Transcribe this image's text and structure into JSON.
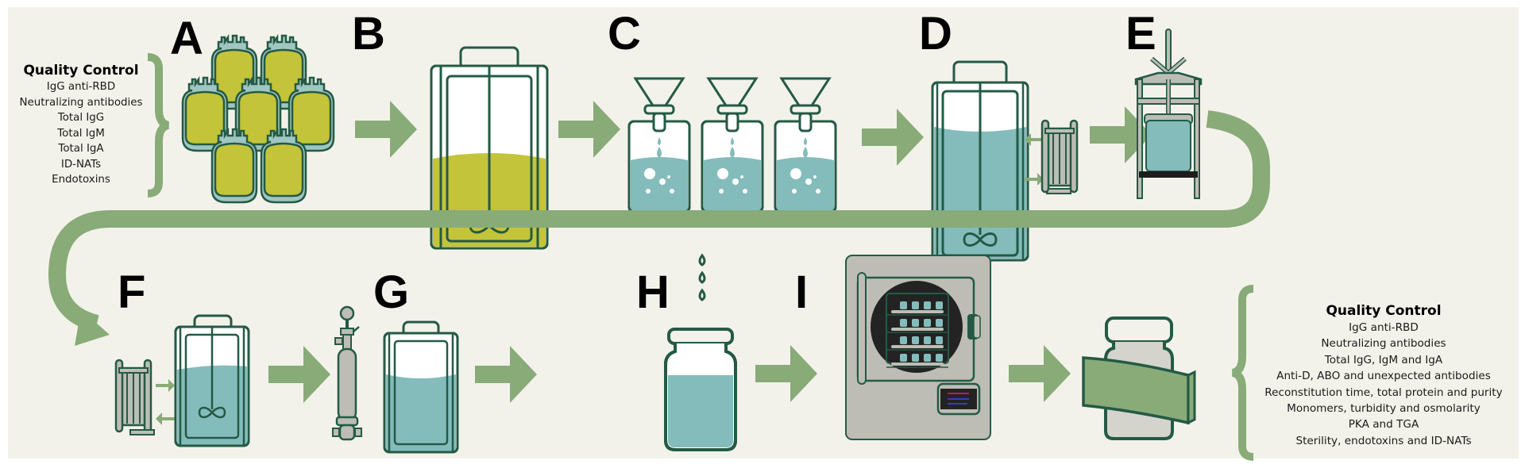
{
  "figure": {
    "type": "process-flow-diagram",
    "colors": {
      "background": "#f3f2ea",
      "arrow_green": "#88ab78",
      "outline_dark_green": "#245a45",
      "plasma_yellow": "#c4c43a",
      "liquid_teal": "#84bcbc",
      "equipment_gray": "#bdbdb5",
      "label_black": "#000000"
    }
  },
  "steps": [
    {
      "label": "A",
      "depiction": "plasma-bags"
    },
    {
      "label": "B",
      "depiction": "stirred-tank-yellow"
    },
    {
      "label": "C",
      "depiction": "filtration-bottles"
    },
    {
      "label": "D",
      "depiction": "stirred-tank-with-filter-cassette"
    },
    {
      "label": "E",
      "depiction": "press-filter"
    },
    {
      "label": "F",
      "depiction": "filter-cassette-with-stirred-tank"
    },
    {
      "label": "G",
      "depiction": "sterile-filter-and-tank"
    },
    {
      "label": "H",
      "depiction": "vial-filling"
    },
    {
      "label": "I",
      "depiction": "freeze-dryer"
    }
  ],
  "final_product": {
    "depiction": "labeled-vial"
  },
  "qc_left": {
    "title": "Quality Control",
    "items": [
      "IgG anti-RBD",
      "Neutralizing antibodies",
      "Total IgG",
      "Total IgM",
      "Total IgA",
      "ID-NATs",
      "Endotoxins"
    ]
  },
  "qc_right": {
    "title": "Quality Control",
    "items": [
      "IgG anti-RBD",
      "Neutralizing antibodies",
      "Total IgG, IgM and IgA",
      "Anti-D, ABO and unexpected antibodies",
      "Reconstitution time, total protein and purity",
      "Monomers, turbidity and osmolarity",
      "PKA and TGA",
      "Sterility, endotoxins and ID-NATs"
    ]
  }
}
